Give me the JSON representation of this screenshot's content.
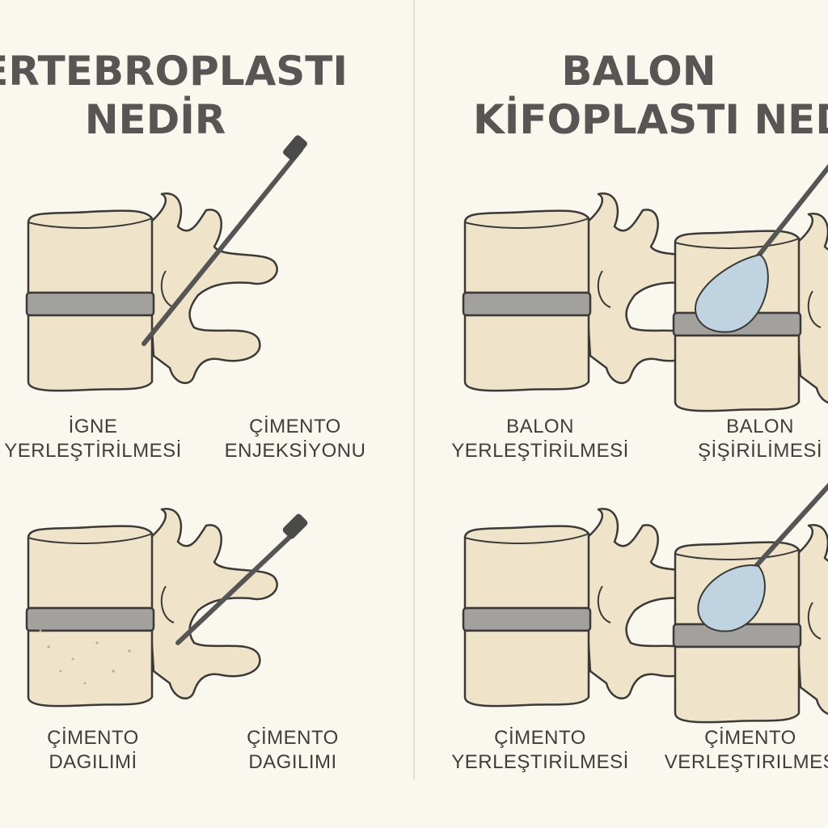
{
  "left": {
    "title_line1": "VERTEBROPLASTI",
    "title_line2": "NEDİR",
    "steps": [
      {
        "line1": "İGNE",
        "line2": "YERLEŞTİRİLMESİ"
      },
      {
        "line1": "ÇİMENTO",
        "line2": "ENJEKSİYONU"
      },
      {
        "line1": "ÇİMENTO",
        "line2": "DAGILIMİ"
      },
      {
        "line1": "ÇİMENTO",
        "line2": "DAGILIMI"
      }
    ]
  },
  "right": {
    "title_line1": "BALON",
    "title_line2": "KİFOPLASTI NEDİ",
    "steps": [
      {
        "line1": "BALON",
        "line2": "YERLEŞTİRİLMESİ"
      },
      {
        "line1": "BALON",
        "line2": "ŞİŞİRİLİMESİ"
      },
      {
        "line1": "ÇİMENTO",
        "line2": "YERLEŞTIRİLMESİ"
      },
      {
        "line1": "ÇİMENTO",
        "line2": "VERLEŞTIRILMES"
      }
    ]
  },
  "colors": {
    "background": "#faf7ef",
    "bone": "#efe4c9",
    "disc": "#a2a19d",
    "balloon": "#bfd3e0"
  }
}
